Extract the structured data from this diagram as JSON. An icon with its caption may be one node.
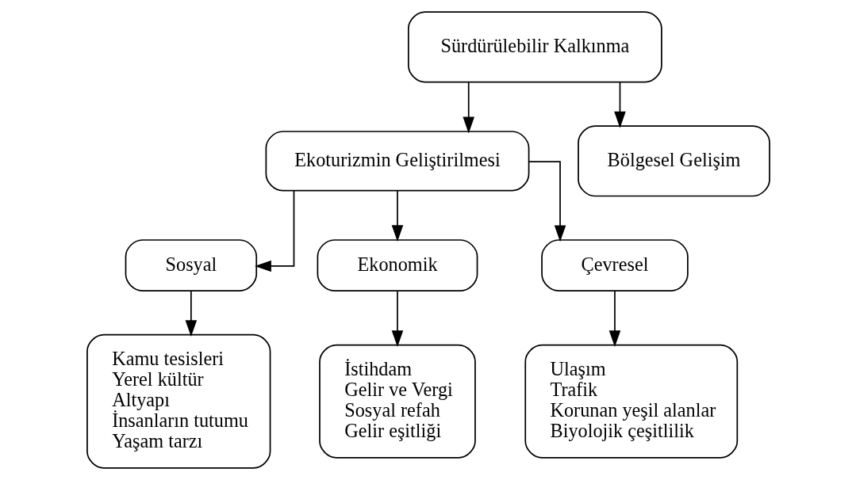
{
  "diagram": {
    "nodes": [
      {
        "text": [
          "Sürdürülebilir Kalkınma"
        ]
      },
      {
        "text": [
          "Ekoturizmin Geliştirilmesi"
        ]
      },
      {
        "text": [
          "Bölgesel Gelişim"
        ]
      },
      {
        "text": [
          "Sosyal"
        ]
      },
      {
        "text": [
          "Ekonomik"
        ]
      },
      {
        "text": [
          "Çevresel"
        ]
      },
      {
        "text": [
          "Kamu tesisleri",
          "Yerel kültür",
          "Altyapı",
          "İnsanların tutumu",
          "Yaşam tarzı"
        ]
      },
      {
        "text": [
          "İstihdam",
          "Gelir ve Vergi",
          "Sosyal refah",
          "Gelir eşitliği"
        ]
      },
      {
        "text": [
          "Ulaşım",
          "Trafik",
          "Korunan yeşil alanlar",
          "Biyolojik çeşitlilik"
        ]
      }
    ],
    "edges": [
      {
        "from": 0,
        "to": 1,
        "arrow": "to"
      },
      {
        "from": 0,
        "to": 2,
        "arrow": "to"
      },
      {
        "from": 1,
        "to": 3,
        "arrow": "to"
      },
      {
        "from": 1,
        "to": 4,
        "arrow": "to"
      },
      {
        "from": 1,
        "to": 5,
        "arrow": "to"
      },
      {
        "from": 3,
        "to": 6,
        "arrow": "to"
      },
      {
        "from": 4,
        "to": 7,
        "arrow": "to"
      },
      {
        "from": 5,
        "to": 8,
        "arrow": "to"
      }
    ]
  }
}
